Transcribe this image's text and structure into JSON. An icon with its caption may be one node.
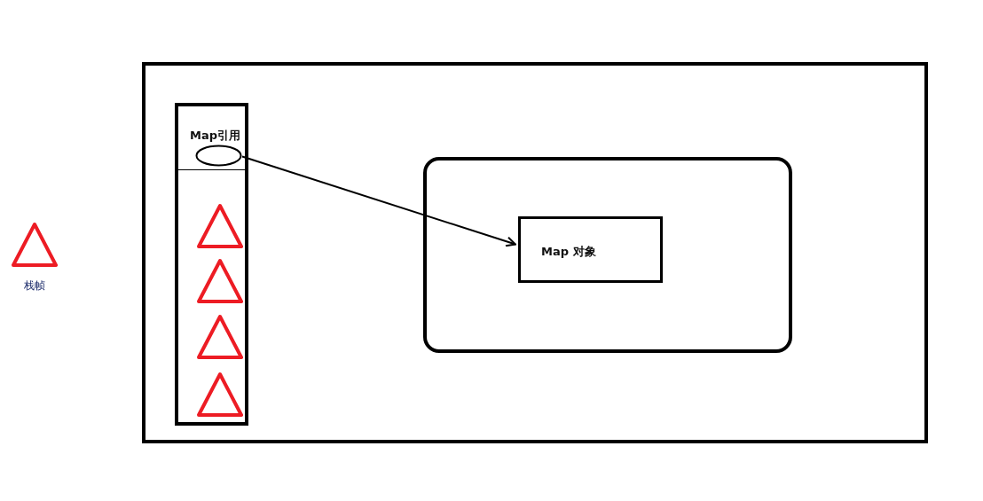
{
  "diagram": {
    "nodes": [
      {
        "text": [],
        "shape": "box"
      },
      {
        "text": [],
        "shape": "box",
        "in": 0
      },
      {
        "text": [
          "Map引用"
        ],
        "in": 1
      },
      {
        "text": [],
        "shape": "ellipse",
        "in": 2
      },
      {
        "text": [],
        "shape": "triangle",
        "in": 1
      },
      {
        "text": [],
        "shape": "triangle",
        "in": 1
      },
      {
        "text": [],
        "shape": "triangle",
        "in": 1
      },
      {
        "text": [],
        "shape": "triangle",
        "in": 1
      },
      {
        "text": [],
        "shape": "box",
        "in": 0
      },
      {
        "text": [
          "Map 对象"
        ],
        "in": 8
      }
    ],
    "edges": [
      {
        "from": 3,
        "to": 9,
        "arrow": "to"
      }
    ],
    "legend": [
      {
        "text": "栈帧"
      }
    ]
  }
}
